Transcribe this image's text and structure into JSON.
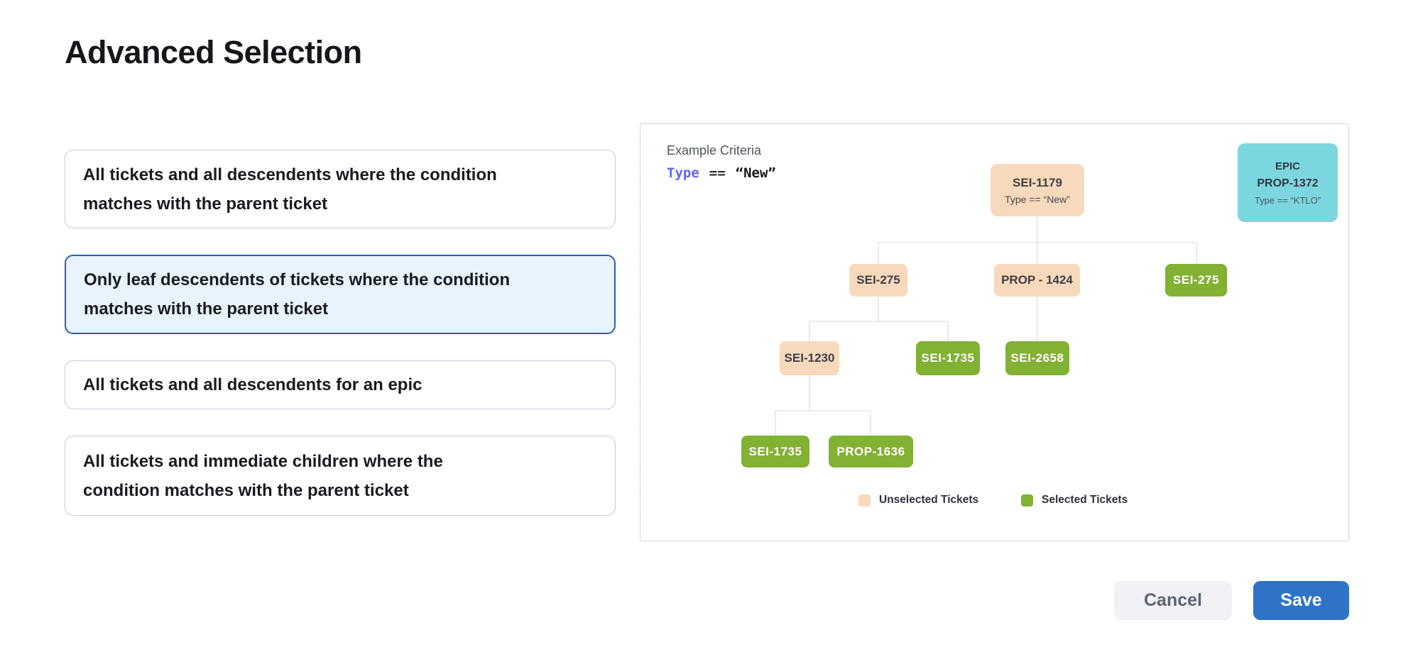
{
  "page": {
    "title": "Advanced Selection"
  },
  "options": [
    {
      "label": "All tickets and all descendents where the condition matches with the parent ticket",
      "selected": false
    },
    {
      "label": "Only leaf descendents of tickets where the condition matches with the parent ticket",
      "selected": true
    },
    {
      "label": "All tickets and all descendents for an epic",
      "selected": false
    },
    {
      "label": "All tickets and immediate children where the condition matches with the parent ticket",
      "selected": false
    }
  ],
  "diagram": {
    "criteria": {
      "heading": "Example Criteria",
      "field": "Type",
      "operator": "==",
      "value": "“New”"
    },
    "epic_card": {
      "line1": "EPIC",
      "line2": "PROP-1372",
      "line3": "Type == “KTLO”"
    },
    "nodes": [
      {
        "label": "SEI-1179",
        "sublabel": "Type == “New”",
        "state": "unselected"
      },
      {
        "label": "SEI-275",
        "state": "unselected"
      },
      {
        "label": "PROP - 1424",
        "state": "unselected"
      },
      {
        "label": "SEI-275",
        "state": "selected"
      },
      {
        "label": "SEI-1230",
        "state": "unselected"
      },
      {
        "label": "SEI-1735",
        "state": "selected"
      },
      {
        "label": "SEI-2658",
        "state": "selected"
      },
      {
        "label": "SEI-1735",
        "state": "selected"
      },
      {
        "label": "PROP-1636",
        "state": "selected"
      }
    ],
    "legend": [
      {
        "label": "Unselected Tickets",
        "color": "#f8d9bc"
      },
      {
        "label": "Selected Tickets",
        "color": "#82b133"
      }
    ]
  },
  "footer": {
    "cancel_label": "Cancel",
    "save_label": "Save"
  },
  "colors": {
    "unselected_node": "#f8d9bc",
    "selected_node": "#82b133",
    "epic_card": "#7cd6e0",
    "selected_option_border": "#2a5faf",
    "selected_option_bg": "#e9f3fb",
    "save_button": "#2e73c8",
    "criteria_field": "#6366f1",
    "connector": "#e4e5e9"
  }
}
